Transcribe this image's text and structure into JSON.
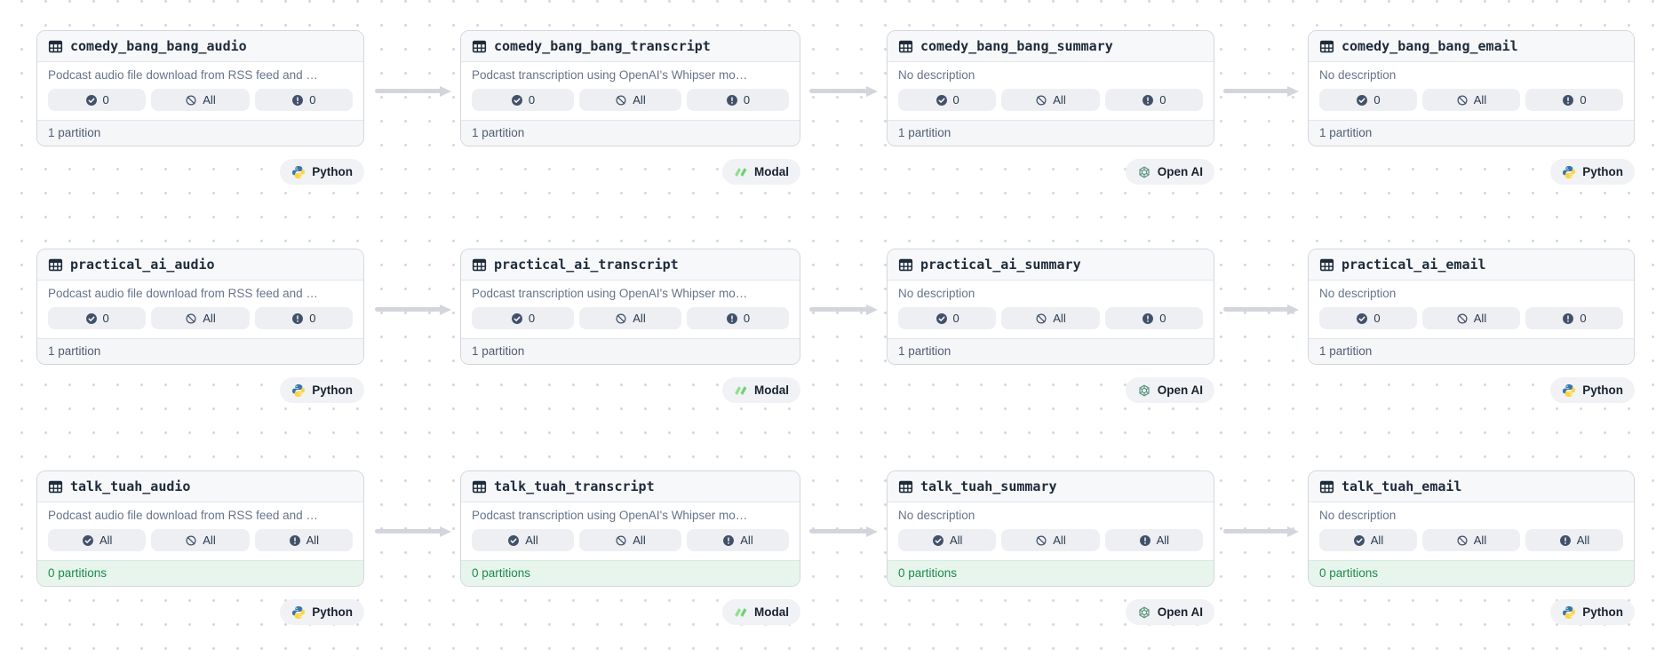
{
  "colors": {
    "node_border": "#d3d7dd",
    "node_header_bg": "#f7f8fa",
    "node_footer_bg": "#f5f6f8",
    "partition_green_text": "#1e8a4d",
    "partition_green_bg": "#e7f5ec",
    "arrow_gray": "#d2d6dc",
    "dot_grid": "#d5d8dd",
    "python_blue": "#3776ab",
    "python_yellow": "#ffd43b",
    "modal_green": "#7fd97f",
    "openai_green": "#5f977f"
  },
  "rows": [
    {
      "cards": [
        {
          "title": "comedy_bang_bang_audio",
          "description": "Podcast audio file download from RSS feed and …",
          "badges": {
            "materialized": "0",
            "missing": "All",
            "failed": "0"
          },
          "partitions": "1 partition",
          "tag": "Python"
        },
        {
          "title": "comedy_bang_bang_transcript",
          "description": "Podcast transcription using OpenAI's Whipser mo…",
          "badges": {
            "materialized": "0",
            "missing": "All",
            "failed": "0"
          },
          "partitions": "1 partition",
          "tag": "Modal"
        },
        {
          "title": "comedy_bang_bang_summary",
          "description": "No description",
          "badges": {
            "materialized": "0",
            "missing": "All",
            "failed": "0"
          },
          "partitions": "1 partition",
          "tag": "Open AI"
        },
        {
          "title": "comedy_bang_bang_email",
          "description": "No description",
          "badges": {
            "materialized": "0",
            "missing": "All",
            "failed": "0"
          },
          "partitions": "1 partition",
          "tag": "Python"
        }
      ]
    },
    {
      "cards": [
        {
          "title": "practical_ai_audio",
          "description": "Podcast audio file download from RSS feed and …",
          "badges": {
            "materialized": "0",
            "missing": "All",
            "failed": "0"
          },
          "partitions": "1 partition",
          "tag": "Python"
        },
        {
          "title": "practical_ai_transcript",
          "description": "Podcast transcription using OpenAI's Whipser mo…",
          "badges": {
            "materialized": "0",
            "missing": "All",
            "failed": "0"
          },
          "partitions": "1 partition",
          "tag": "Modal"
        },
        {
          "title": "practical_ai_summary",
          "description": "No description",
          "badges": {
            "materialized": "0",
            "missing": "All",
            "failed": "0"
          },
          "partitions": "1 partition",
          "tag": "Open AI"
        },
        {
          "title": "practical_ai_email",
          "description": "No description",
          "badges": {
            "materialized": "0",
            "missing": "All",
            "failed": "0"
          },
          "partitions": "1 partition",
          "tag": "Python"
        }
      ]
    },
    {
      "cards": [
        {
          "title": "talk_tuah_audio",
          "description": "Podcast audio file download from RSS feed and …",
          "badges": {
            "materialized": "All",
            "missing": "All",
            "failed": "All"
          },
          "partitions": "0 partitions",
          "tag": "Python"
        },
        {
          "title": "talk_tuah_transcript",
          "description": "Podcast transcription using OpenAI's Whipser mo…",
          "badges": {
            "materialized": "All",
            "missing": "All",
            "failed": "All"
          },
          "partitions": "0 partitions",
          "tag": "Modal"
        },
        {
          "title": "talk_tuah_summary",
          "description": "No description",
          "badges": {
            "materialized": "All",
            "missing": "All",
            "failed": "All"
          },
          "partitions": "0 partitions",
          "tag": "Open AI"
        },
        {
          "title": "talk_tuah_email",
          "description": "No description",
          "badges": {
            "materialized": "All",
            "missing": "All",
            "failed": "All"
          },
          "partitions": "0 partitions",
          "tag": "Python"
        }
      ]
    }
  ]
}
